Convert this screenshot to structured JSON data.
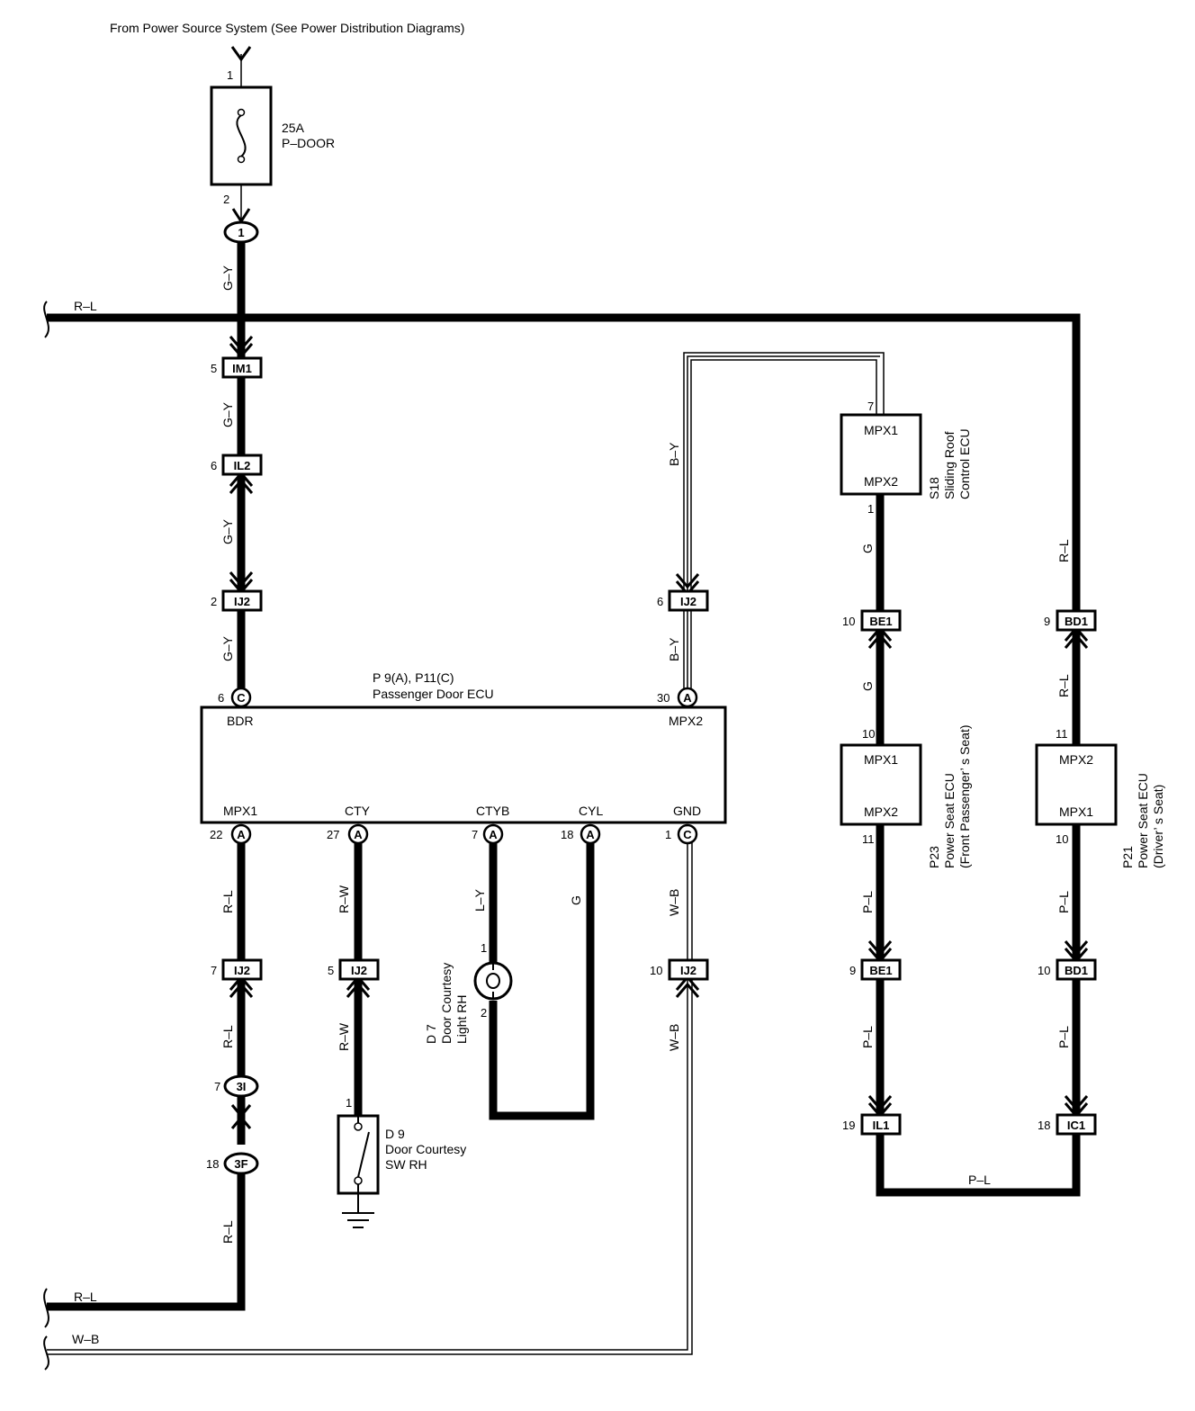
{
  "source_text": "From Power Source System (See  Power Distribution Diagrams)",
  "fuse": {
    "rating": "25A",
    "name": "P–DOOR",
    "pin_in": "1",
    "pin_out": "2"
  },
  "junction_1": "1",
  "main_ecu": {
    "ids": "P 9(A), P11(C)",
    "name": "Passenger Door ECU",
    "top_terminals": [
      {
        "label": "BDR",
        "pin": "6",
        "conn": "C"
      },
      {
        "label": "MPX2",
        "pin": "30",
        "conn": "A"
      }
    ],
    "bottom_terminals": [
      {
        "label": "MPX1",
        "pin": "22",
        "conn": "A"
      },
      {
        "label": "CTY",
        "pin": "27",
        "conn": "A"
      },
      {
        "label": "CTYB",
        "pin": "7",
        "conn": "A"
      },
      {
        "label": "CYL",
        "pin": "18",
        "conn": "A"
      },
      {
        "label": "GND",
        "pin": "1",
        "conn": "C"
      }
    ]
  },
  "connectors": {
    "im1": {
      "name": "IM1",
      "pin": "5"
    },
    "il2": {
      "name": "IL2",
      "pin": "6"
    },
    "ij2_left": {
      "name": "IJ2",
      "pin": "2"
    },
    "ij2_mpx2": {
      "name": "IJ2",
      "pin": "6"
    },
    "ij2_mpx1": {
      "name": "IJ2",
      "pin": "7"
    },
    "ij2_cty": {
      "name": "IJ2",
      "pin": "5"
    },
    "ij2_gnd": {
      "name": "IJ2",
      "pin": "10"
    },
    "be1_top": {
      "name": "BE1",
      "pin": "10"
    },
    "bd1_top": {
      "name": "BD1",
      "pin": "9"
    },
    "be1_bottom": {
      "name": "BE1",
      "pin": "9"
    },
    "bd1_bottom": {
      "name": "BD1",
      "pin": "10"
    },
    "il1": {
      "name": "IL1",
      "pin": "19"
    },
    "ic1": {
      "name": "IC1",
      "pin": "18"
    },
    "j3i": {
      "name": "3I",
      "pin": "7"
    },
    "j3f": {
      "name": "3F",
      "pin": "18"
    }
  },
  "wire_colors": {
    "gy_1": "G–Y",
    "gy_2": "G–Y",
    "gy_3": "G–Y",
    "gy_4": "G–Y",
    "rl_top": "R–L",
    "by_1": "B–Y",
    "by_2": "B–Y",
    "g_s18": "G",
    "g_be1": "G",
    "g_cyl": "G",
    "rl_right_1": "R–L",
    "rl_right_2": "R–L",
    "pl_1": "P–L",
    "pl_2": "P–L",
    "pl_3": "P–L",
    "pl_4": "P–L",
    "pl_bottom": "P–L",
    "rl_mpx1_1": "R–L",
    "rl_mpx1_2": "R–L",
    "rl_mpx1_3": "R–L",
    "rl_bottom": "R–L",
    "rw_1": "R–W",
    "rw_2": "R–W",
    "ly": "L–Y",
    "wb_1": "W–B",
    "wb_2": "W–B",
    "wb_bottom": "W–B"
  },
  "s18": {
    "top": "MPX1",
    "bottom": "MPX2",
    "pin_top": "7",
    "pin_bottom": "1",
    "id": "S18",
    "line1": "Sliding Roof",
    "line2": "Control ECU"
  },
  "p23": {
    "top": "MPX1",
    "bottom": "MPX2",
    "pin_top": "10",
    "pin_bottom": "11",
    "id": "P23",
    "line1": "Power Seat ECU",
    "line2": "(Front Passenger’ s Seat)"
  },
  "p21": {
    "top": "MPX2",
    "bottom": "MPX1",
    "pin_top": "11",
    "pin_bottom": "10",
    "id": "P21",
    "line1": "Power Seat ECU",
    "line2": "(Driver’ s Seat)"
  },
  "d7": {
    "id": "D 7",
    "line1": "Door Courtesy",
    "line2": "Light RH",
    "pin_top": "1",
    "pin_bottom": "2"
  },
  "d9": {
    "id": "D 9",
    "line1": "Door Courtesy",
    "line2": "SW RH",
    "pin_top": "1"
  }
}
